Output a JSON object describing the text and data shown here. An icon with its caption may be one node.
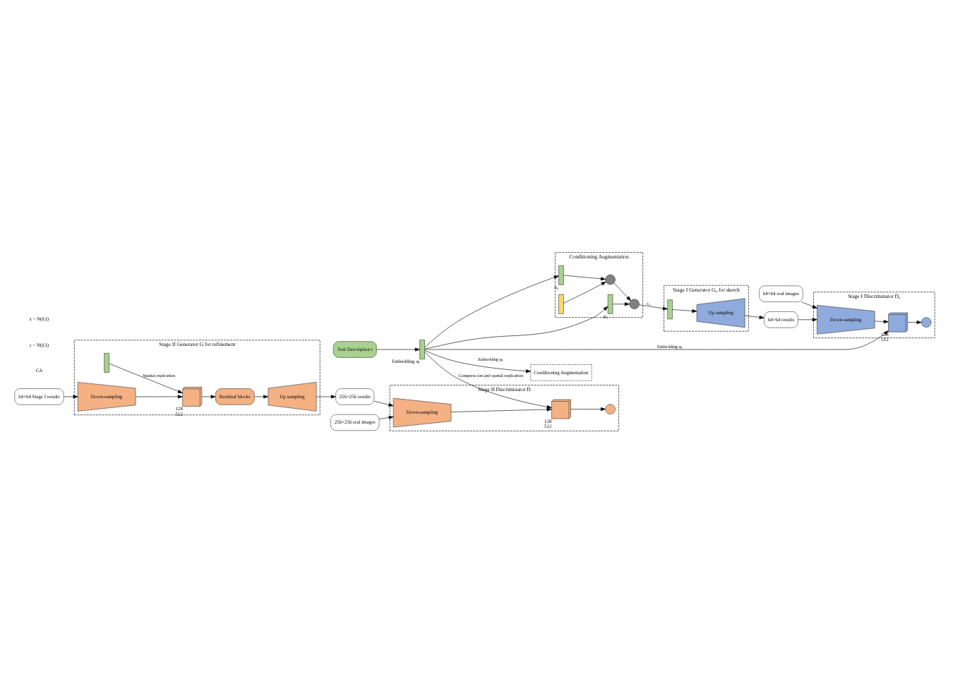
{
  "diagram": {
    "nodes": [
      {
        "text": [
          "Text Description t"
        ]
      },
      {
        "text": [],
        "shape": "bar",
        "beside": [
          "Embedding φₜ"
        ]
      },
      {
        "text": [
          "Conditioning Augmentation"
        ]
      },
      {
        "text": [],
        "shape": "bar",
        "in": 2,
        "beside": [
          "μ₀"
        ]
      },
      {
        "text": [],
        "shape": "bar",
        "in": 2,
        "beside": [
          "σ₀"
        ]
      },
      {
        "text": [],
        "shape": "circle",
        "in": 2
      },
      {
        "text": [],
        "shape": "circle",
        "in": 2
      },
      {
        "text": [],
        "shape": "bar",
        "in": 2
      },
      {
        "text": [
          "Stage I Generator G₀ for sketch"
        ]
      },
      {
        "text": [],
        "shape": "bar",
        "in": 8
      },
      {
        "text": [
          "Up sampling"
        ],
        "in": 8
      },
      {
        "text": [
          "64×64 results"
        ]
      },
      {
        "text": [
          "64×64 real images"
        ]
      },
      {
        "text": [
          "Stage I Discriminator D₀"
        ]
      },
      {
        "text": [
          "Down-sampling"
        ],
        "in": 13
      },
      {
        "text": [],
        "shape": "box",
        "in": 13,
        "beside": [
          "128",
          "512"
        ]
      },
      {
        "text": [],
        "shape": "circle",
        "in": 13
      },
      {
        "text": [
          "Conditioning Augmentation"
        ]
      },
      {
        "text": [
          "64×64 Stage I results"
        ]
      },
      {
        "text": [
          "Stage II Generator G for refinement"
        ]
      },
      {
        "text": [],
        "shape": "bar",
        "in": 19
      },
      {
        "text": [
          "Down-sampling"
        ],
        "in": 19
      },
      {
        "text": [],
        "shape": "box",
        "in": 19,
        "beside": [
          "128",
          "512"
        ]
      },
      {
        "text": [
          "Residual blocks"
        ],
        "in": 19
      },
      {
        "text": [
          "Up sampling"
        ],
        "in": 19
      },
      {
        "text": [
          "256×256 real images"
        ]
      },
      {
        "text": [
          "256×256 results"
        ]
      },
      {
        "text": [
          "Stage II Discriminator D"
        ]
      },
      {
        "text": [
          "Down-sampling"
        ],
        "in": 27
      },
      {
        "text": [],
        "shape": "box",
        "in": 27,
        "beside": [
          "128",
          "512"
        ]
      },
      {
        "text": [],
        "shape": "circle",
        "in": 27
      }
    ],
    "edges": [
      {
        "from": 0,
        "to": 1,
        "arrow": "to"
      },
      {
        "from": 1,
        "to": 3,
        "arrow": "to"
      },
      {
        "from": 1,
        "to": 4,
        "arrow": "to"
      },
      {
        "from": 1,
        "to": 17,
        "arrow": "to",
        "label": "Embedding φₜ"
      },
      {
        "from": 1,
        "to": 15,
        "arrow": "to",
        "label": "Embedding φₜ"
      },
      {
        "from": 1,
        "to": 29,
        "arrow": "to",
        "label": "Compress ion and spatial replication"
      },
      {
        "from": 3,
        "to": 5,
        "arrow": "to"
      },
      {
        "from": 4,
        "to": 6,
        "arrow": "to"
      },
      {
        "from": 7,
        "to": 6,
        "arrow": "to"
      },
      {
        "from": 6,
        "to": 5,
        "arrow": "to"
      },
      {
        "from": 5,
        "to": 9,
        "arrow": "to",
        "label": "ĉ₀"
      },
      {
        "from": 9,
        "to": 10,
        "arrow": "to"
      },
      {
        "from": 10,
        "to": 11,
        "arrow": "to"
      },
      {
        "from": 11,
        "to": 14,
        "arrow": "to"
      },
      {
        "from": 12,
        "to": 14,
        "arrow": "to"
      },
      {
        "from": 14,
        "to": 15,
        "arrow": "to"
      },
      {
        "from": 15,
        "to": 16,
        "arrow": "to"
      },
      {
        "from": 18,
        "to": 21,
        "arrow": "to"
      },
      {
        "from": 20,
        "to": 22,
        "arrow": "to",
        "label": "Spatial replication"
      },
      {
        "from": 21,
        "to": 22,
        "arrow": "to"
      },
      {
        "from": 22,
        "to": 23,
        "arrow": "to"
      },
      {
        "from": 23,
        "to": 24,
        "arrow": "to"
      },
      {
        "from": 24,
        "to": 26,
        "arrow": "to"
      },
      {
        "from": 25,
        "to": 28,
        "arrow": "to"
      },
      {
        "from": 26,
        "to": 28,
        "arrow": "to"
      },
      {
        "from": 28,
        "to": 29,
        "arrow": "to"
      },
      {
        "from": 29,
        "to": 30,
        "arrow": "to"
      }
    ],
    "labels": [
      "CA",
      "ε ~ N(0,I)",
      "z ~ N(0,I)"
    ]
  }
}
